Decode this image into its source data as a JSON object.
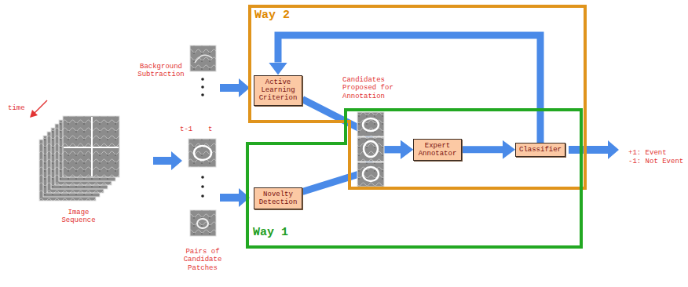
{
  "diagram": {
    "nodes": [
      {
        "text": [
          "Way 2"
        ]
      },
      {
        "text": [
          "Active Learning Criterion"
        ],
        "in": 0
      },
      {
        "text": [
          "Way 1"
        ]
      },
      {
        "text": [
          "Novelty Detection"
        ],
        "in": 2
      },
      {
        "text": [
          "Expert Annotator"
        ],
        "in": 2
      },
      {
        "text": [
          "Classifier"
        ],
        "in": 2
      }
    ],
    "edges": [
      {
        "from": 1,
        "to": 4,
        "arrow": "to"
      },
      {
        "from": 3,
        "to": 4,
        "arrow": "to"
      },
      {
        "from": 4,
        "to": 5,
        "arrow": "to"
      },
      {
        "from": 5,
        "to": 1,
        "arrow": "to"
      }
    ],
    "labels": [
      "time",
      "Image Sequence",
      "Background Subtraction",
      "t-1",
      "t",
      "Candidates Proposed for Annotation",
      "Pairs of Candidate Patches",
      "+1: Event",
      "-1: Not Event"
    ]
  }
}
